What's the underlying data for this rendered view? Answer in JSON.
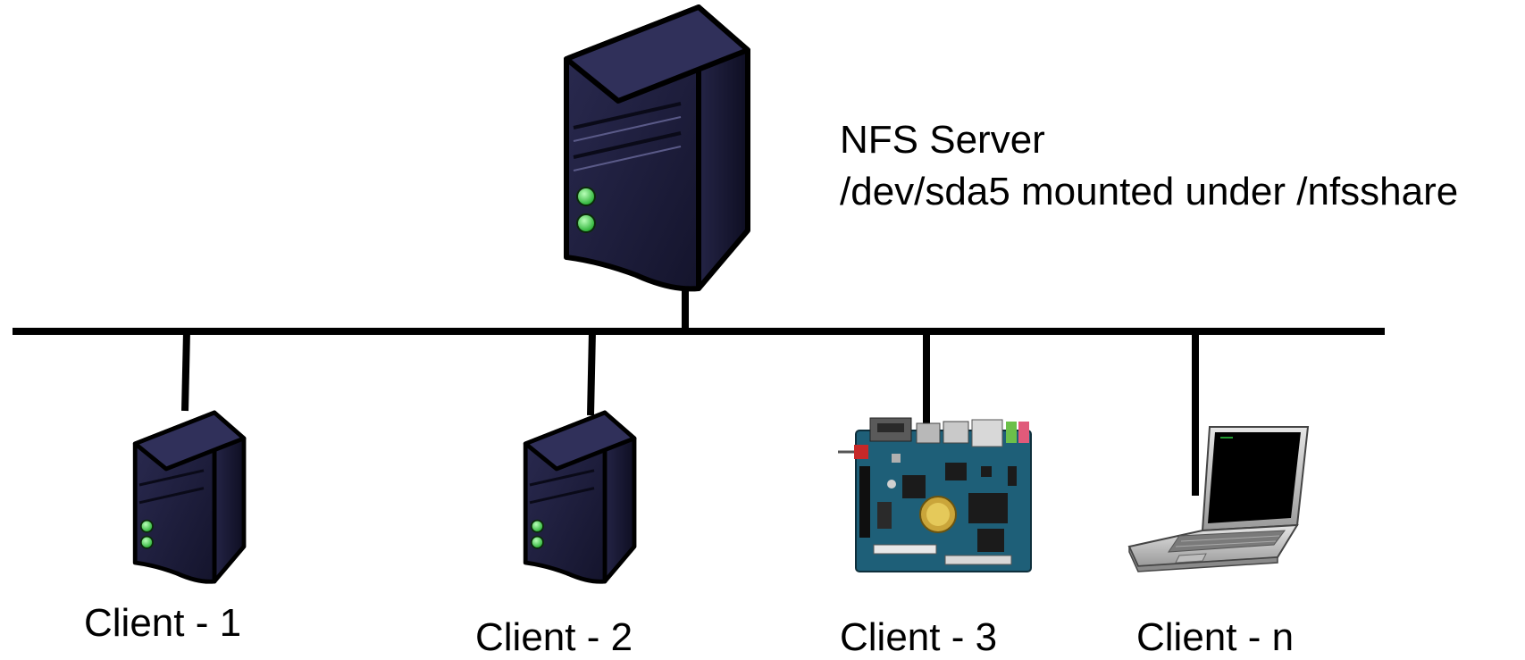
{
  "server": {
    "title": "NFS Server",
    "subtitle": "/dev/sda5 mounted under /nfsshare",
    "icon": "server-tower-icon"
  },
  "clients": [
    {
      "label": "Client - 1",
      "icon": "server-tower-icon"
    },
    {
      "label": "Client - 2",
      "icon": "server-tower-icon"
    },
    {
      "label": "Client - 3",
      "icon": "circuit-board-icon"
    },
    {
      "label": "Client - n",
      "icon": "laptop-icon"
    }
  ],
  "colors": {
    "line": "#000000",
    "tower_body": "#1c1c3a",
    "tower_top": "#2f2f55",
    "led": "#3fd14a",
    "board": "#1e5f78",
    "laptop_shell": "#cfcfcf",
    "laptop_screen": "#000000"
  }
}
